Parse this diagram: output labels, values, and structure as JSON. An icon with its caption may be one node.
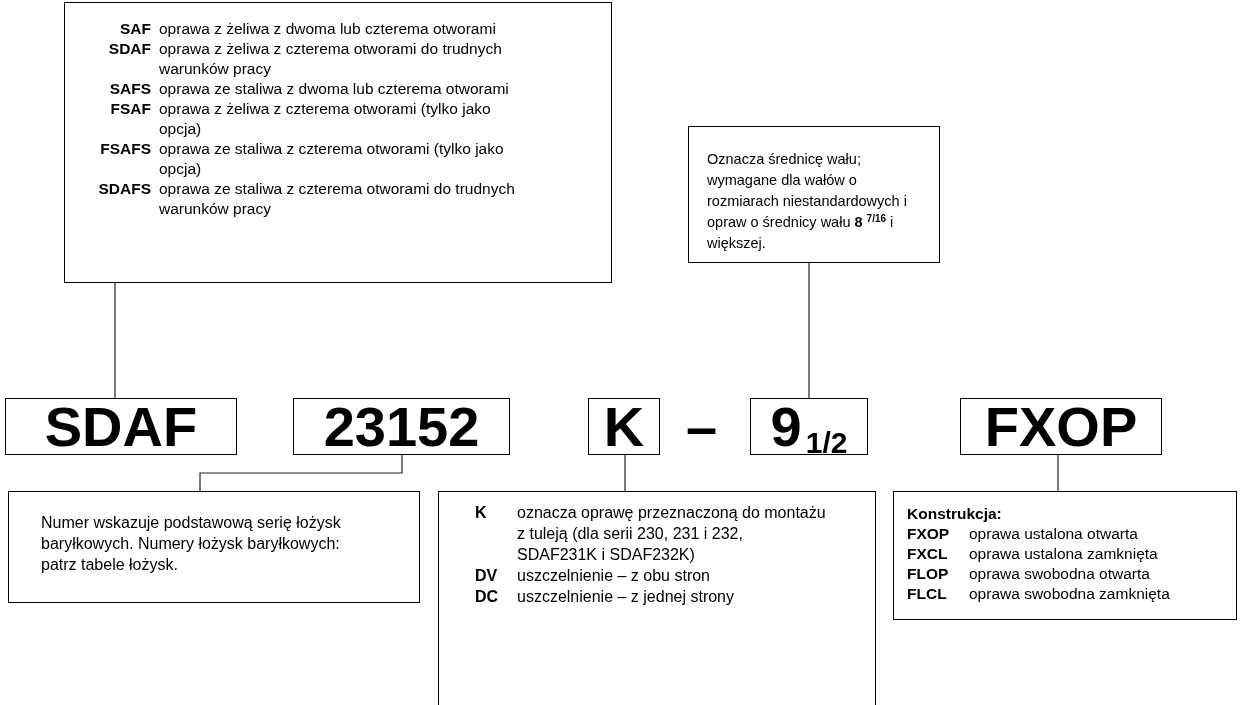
{
  "diagram": {
    "nodes": [
      {
        "text": [
          "SAF",
          "oprawa z żeliwa z dwoma lub czterema otworami",
          "SDAF",
          "oprawa z żeliwa z czterema otworami do trudnych warunków pracy",
          "SAFS",
          "oprawa ze staliwa z dwoma lub czterema otworami",
          "FSAF",
          "oprawa z żeliwa z czterema otworami (tylko jako opcja)",
          "FSAFS",
          "oprawa ze staliwa z czterema otworami (tylko jako opcja)",
          "SDAFS",
          "oprawa ze staliwa z czterema otworami do trudnych warunków pracy"
        ]
      },
      {
        "text": [
          "Oznacza średnicę wału; wymagane dla wałów o rozmiarach niestandardowych i opraw o średnicy wału **8** $^{7/16}$ i większej."
        ]
      },
      {
        "text": [
          "SDAF"
        ]
      },
      {
        "text": [
          "23152"
        ]
      },
      {
        "text": [
          "K"
        ]
      },
      {
        "text": [
          "9$_{1/2}$"
        ]
      },
      {
        "text": [
          "FXOP"
        ]
      },
      {
        "text": [
          "Numer wskazuje podstawową serię łożysk baryłkowych. Numery łożysk baryłkowych: patrz tabele łożysk."
        ]
      },
      {
        "text": [
          "K",
          "oznacza oprawę przeznaczoną do montażu z tuleją (dla serii 230, 231 i 232, SDAF231K i SDAF232K)",
          "DV",
          "uszczelnienie – z obu stron",
          "DC",
          "uszczelnienie – z jednej strony"
        ]
      },
      {
        "text": [
          "Konstrukcja:",
          "FXOP",
          "oprawa ustalona otwarta",
          "FXCL",
          "oprawa ustalona zamknięta",
          "FLOP",
          "oprawa swobodna otwarta",
          "FLCL",
          "oprawa swobodna zamknięta"
        ]
      }
    ],
    "edges": [
      {
        "from": 0,
        "to": 2,
        "arrow": "none"
      },
      {
        "from": 1,
        "to": 5,
        "arrow": "none"
      },
      {
        "from": 3,
        "to": 7,
        "arrow": "none"
      },
      {
        "from": 4,
        "to": 8,
        "arrow": "none"
      },
      {
        "from": 6,
        "to": 9,
        "arrow": "none"
      }
    ],
    "labels": [
      "–"
    ]
  }
}
